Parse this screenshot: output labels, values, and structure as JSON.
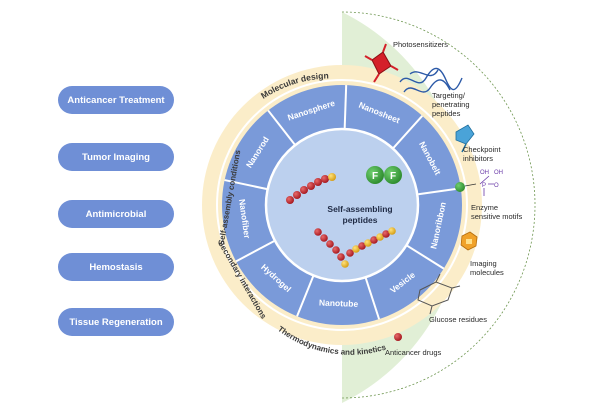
{
  "applications": [
    {
      "label": "Anticancer  Treatment"
    },
    {
      "label": "Tumor Imaging"
    },
    {
      "label": "Antimicrobial"
    },
    {
      "label": "Hemostasis"
    },
    {
      "label": "Tissue Regeneration"
    }
  ],
  "center": {
    "title_line1": "Self-assembling",
    "title_line2": "peptides",
    "badge_letter_1": "F",
    "badge_letter_2": "F"
  },
  "nanostructures": [
    "Nanosphere",
    "Nanosheet",
    "Nanobelt",
    "Nanoribbon",
    "Vesicle",
    "Nanotube",
    "Hydrogel",
    "Nanofiber",
    "Nanorod"
  ],
  "design_ring": {
    "molecular_design": "Molecular design",
    "self_assembly_conditions": "Self-assembly conditions",
    "secondary_interactions": "Secondary interactions",
    "thermodynamics_kinetics": "Thermodynamics and kinetics"
  },
  "cargo": {
    "photosensitizers": "Photosensitizers",
    "targeting_line1": "Targeting/",
    "targeting_line2": "penetrating",
    "targeting_line3": "peptides",
    "checkpoint_line1": "Checkpoint",
    "checkpoint_line2": "inhibitors",
    "enzyme_line1": "Enzyme",
    "enzyme_line2": "sensitive motifs",
    "imaging_line1": "Imaging",
    "imaging_line2": "molecules",
    "glucose": "Glucose residues",
    "anticancer": "Anticancer drugs",
    "chem_oh_1": "OH",
    "chem_oh_2": "OH",
    "chem_p": "P",
    "chem_o": "O"
  },
  "colors": {
    "pill": "#6f8fd6",
    "outer_ring": "#fbedc9",
    "segment_ring": "#7a9ad9",
    "center_disc": "#bcd0ee",
    "cargo_panel": "#e1efd6",
    "cargo_divider": "#6e9650"
  }
}
